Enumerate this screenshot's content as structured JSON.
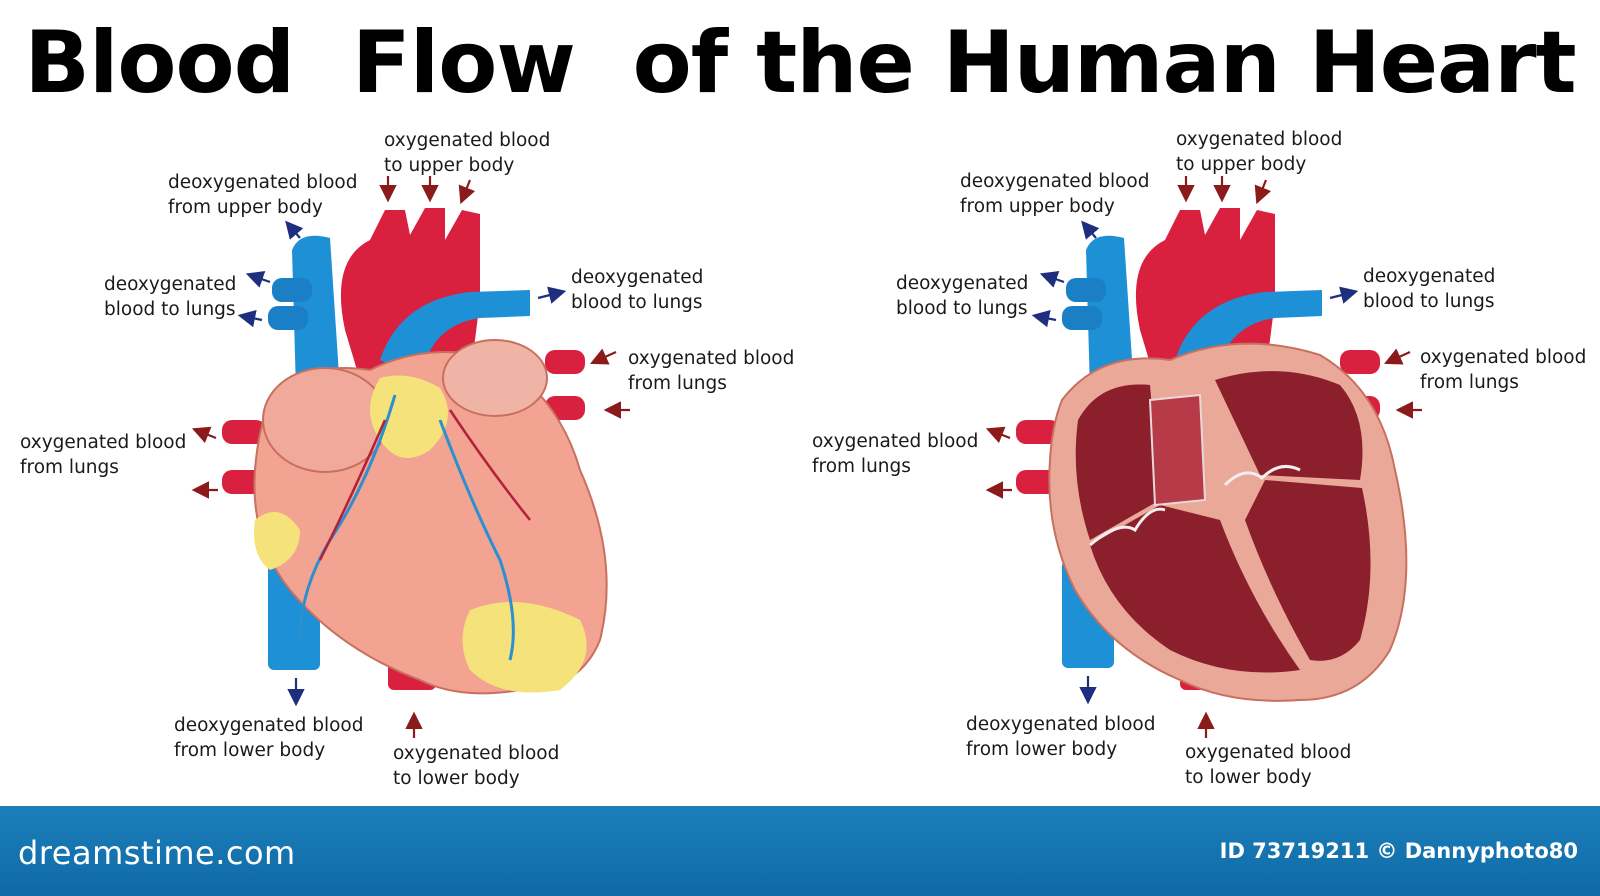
{
  "title": "Blood  Flow  of the Human Heart",
  "left_diagram": {
    "labels": {
      "upper_out": [
        "oxygenated blood",
        "to upper body"
      ],
      "upper_in": [
        "deoxygenated blood",
        "from upper body"
      ],
      "lungs_out_left": [
        "deoxygenated",
        "blood to lungs"
      ],
      "lungs_out_right": [
        "deoxygenated",
        "blood to lungs"
      ],
      "lungs_in_right": [
        "oxygenated blood",
        "from lungs"
      ],
      "lungs_in_left": [
        "oxygenated blood",
        "from lungs"
      ],
      "lower_in": [
        "deoxygenated blood",
        "from lower body"
      ],
      "lower_out": [
        "oxygenated blood",
        "to lower body"
      ]
    }
  },
  "right_diagram": {
    "labels": {
      "upper_out": [
        "oxygenated blood",
        "to upper body"
      ],
      "upper_in": [
        "deoxygenated blood",
        "from upper body"
      ],
      "lungs_out_left": [
        "deoxygenated",
        "blood to lungs"
      ],
      "lungs_out_right": [
        "deoxygenated",
        "blood to lungs"
      ],
      "lungs_in_right": [
        "oxygenated blood",
        "from lungs"
      ],
      "lungs_in_left": [
        "oxygenated blood",
        "from lungs"
      ],
      "lower_in": [
        "deoxygenated blood",
        "from lower body"
      ],
      "lower_out": [
        "oxygenated blood",
        "to lower body"
      ]
    }
  },
  "footer": {
    "brand": "dreamstime.com",
    "credit": "ID 73719211 © Dannyphoto80"
  },
  "colors": {
    "vein_blue": "#1e90d6",
    "artery_red": "#d9213f",
    "heart_pink": "#f2a391",
    "fat_yellow": "#f6e27a",
    "arrow_blue": "#1f2f80",
    "arrow_red": "#8b1a1a",
    "footer_blue": "#1273b0"
  }
}
